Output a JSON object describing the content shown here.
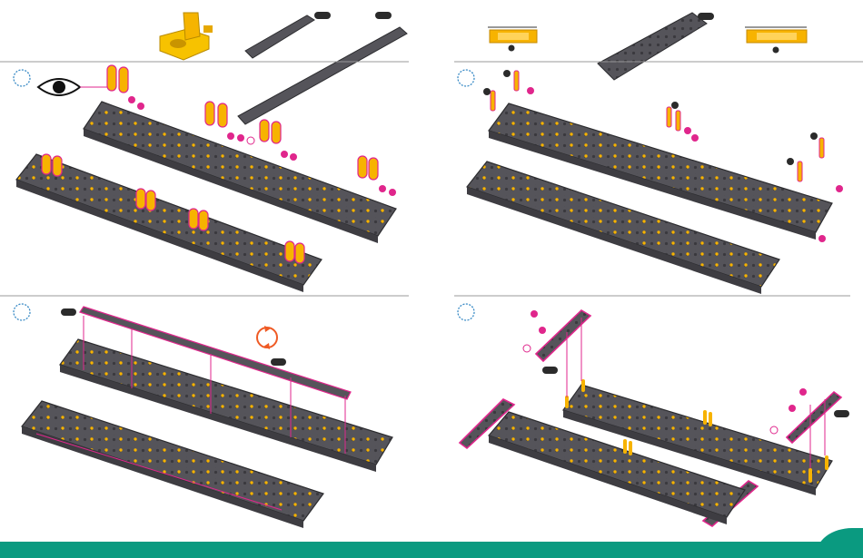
{
  "page": {
    "background": "#ffffff",
    "footer_color": "#0a9a80",
    "beam_color": "#55545a",
    "beam_edge": "#2d2d30",
    "peg_color": "#f7b300",
    "highlight_color": "#e0268c"
  },
  "parts_bar": {
    "icons": [
      "connector-part-icon",
      "short-beam-icon",
      "long-beam-icon",
      "pin-icon",
      "wide-plate-icon",
      "pin-icon"
    ],
    "qty_badges": [
      "",
      "",
      "",
      ""
    ]
  },
  "steps": [
    {
      "id": "step-1",
      "icons": [
        "step-star-icon",
        "eye-icon"
      ],
      "callouts": 6
    },
    {
      "id": "step-2",
      "icons": [
        "step-star-icon"
      ],
      "callouts": 8
    },
    {
      "id": "step-3",
      "icons": [
        "step-star-icon",
        "rotate-icon"
      ],
      "callouts": 0
    },
    {
      "id": "step-4",
      "icons": [
        "step-star-icon"
      ],
      "callouts": 5
    }
  ]
}
